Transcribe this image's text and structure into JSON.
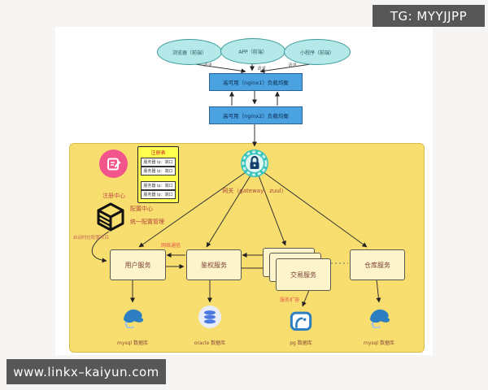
{
  "overlay": {
    "tg_badge": "TG: MYYJJPP",
    "site_badge": "www.linkx–kaiyun.com"
  },
  "clients": {
    "browser": "浏览器（前端）",
    "app": "APP（前端）",
    "miniapp": "小程序（前端）",
    "request_label": "请求"
  },
  "load_balancer": {
    "primary": "高可用（nginx1）负载均衡",
    "secondary": "高可用（nginx2）负载均衡"
  },
  "platform": {
    "registry_center_label": "注册中心",
    "registry_table": {
      "title": "注册表",
      "rows": [
        "服务器 ip：端口",
        "服务器 ip：端口",
        "服务器 ip：端口",
        "服务器 ip：端口"
      ]
    },
    "config_center": {
      "label1": "配置中心",
      "label2": "统一配置管理",
      "startup_note": "启动时拉配置项目"
    },
    "gateway_label": "网关（gateway、zuul）",
    "services": {
      "user": "用户服务",
      "auth": "鉴权服务",
      "trade": "交易服务",
      "warehouse": "仓库服务"
    },
    "annotations": {
      "network": "网络通信",
      "scale": "服务扩容"
    },
    "databases": [
      "mysql 数据库",
      "oracle 数据库",
      "pg 数据库",
      "mysql 数据库"
    ]
  },
  "colors": {
    "panel_yellow": "#f8de6e",
    "lb_blue": "#4aa3e0",
    "client_cyan": "#b5e8e8",
    "registry_pink": "#f2548c",
    "gateway_teal": "#35c4bb",
    "registry_table_yellow": "#ffff4f",
    "service_cream": "#fdf4cb",
    "db_blue": "#2d7fc1",
    "annotation_red": "#e2574b",
    "badge_gray": "#575757"
  }
}
